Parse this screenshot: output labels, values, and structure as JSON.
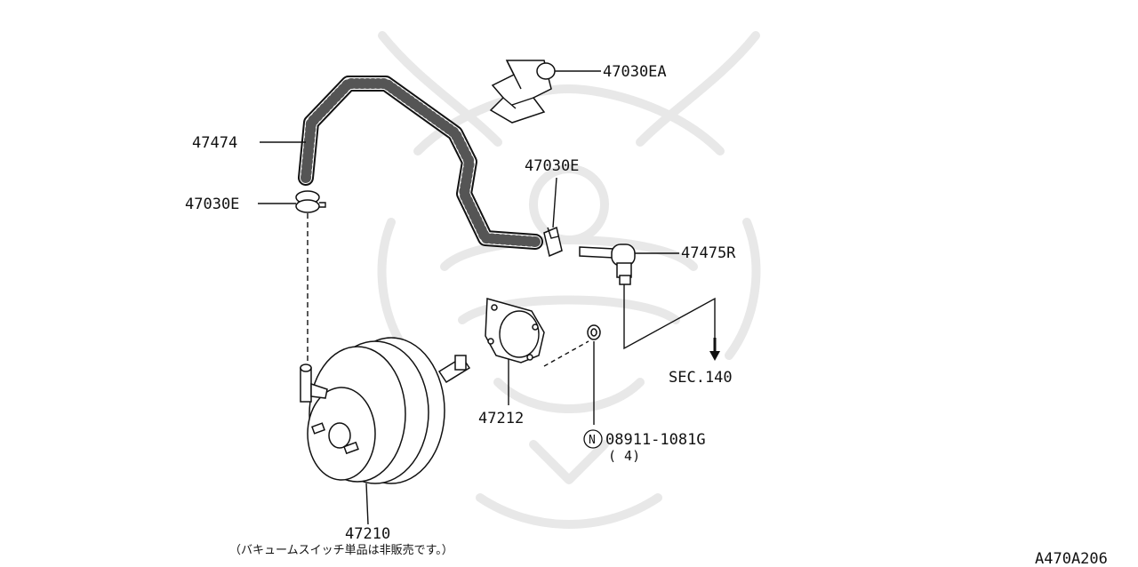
{
  "diagram": {
    "labels": {
      "p47030ea": "47030EA",
      "p47474": "47474",
      "p47030e_left": "47030E",
      "p47030e_mid": "47030E",
      "p47475r": "47475R",
      "p47212": "47212",
      "p47210": "47210",
      "sec140": "SEC.140",
      "nut_symbol": "N",
      "nut_part": "08911-1081G",
      "nut_qty": "( 4)",
      "note_47210": "（バキュームスイッチ単品は非販売です。）",
      "diagram_code": "A470A206"
    },
    "watermark": "samurai-helmet-logo"
  }
}
